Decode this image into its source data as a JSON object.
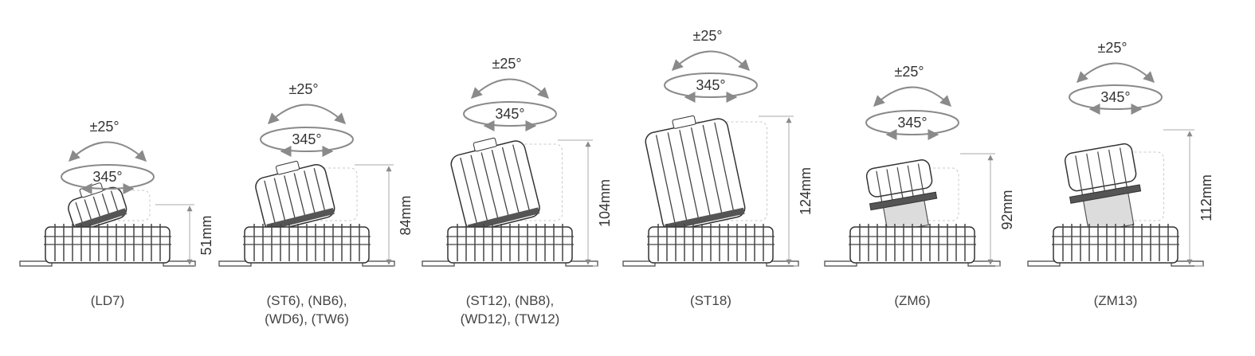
{
  "tilt_label": "±25°",
  "rotation_label": "345°",
  "fixtures": [
    {
      "id": "ld7",
      "height_label": "51mm",
      "caption_lines": [
        "(LD7)"
      ]
    },
    {
      "id": "st6",
      "height_label": "84mm",
      "caption_lines": [
        "(ST6), (NB6),",
        "(WD6), (TW6)"
      ]
    },
    {
      "id": "st12",
      "height_label": "104mm",
      "caption_lines": [
        "(ST12), (NB8),",
        "(WD12), (TW12)"
      ]
    },
    {
      "id": "st18",
      "height_label": "124mm",
      "caption_lines": [
        "(ST18)"
      ]
    },
    {
      "id": "zm6",
      "height_label": "92mm",
      "caption_lines": [
        "(ZM6)"
      ]
    },
    {
      "id": "zm13",
      "height_label": "112mm",
      "caption_lines": [
        "(ZM13)"
      ]
    }
  ]
}
